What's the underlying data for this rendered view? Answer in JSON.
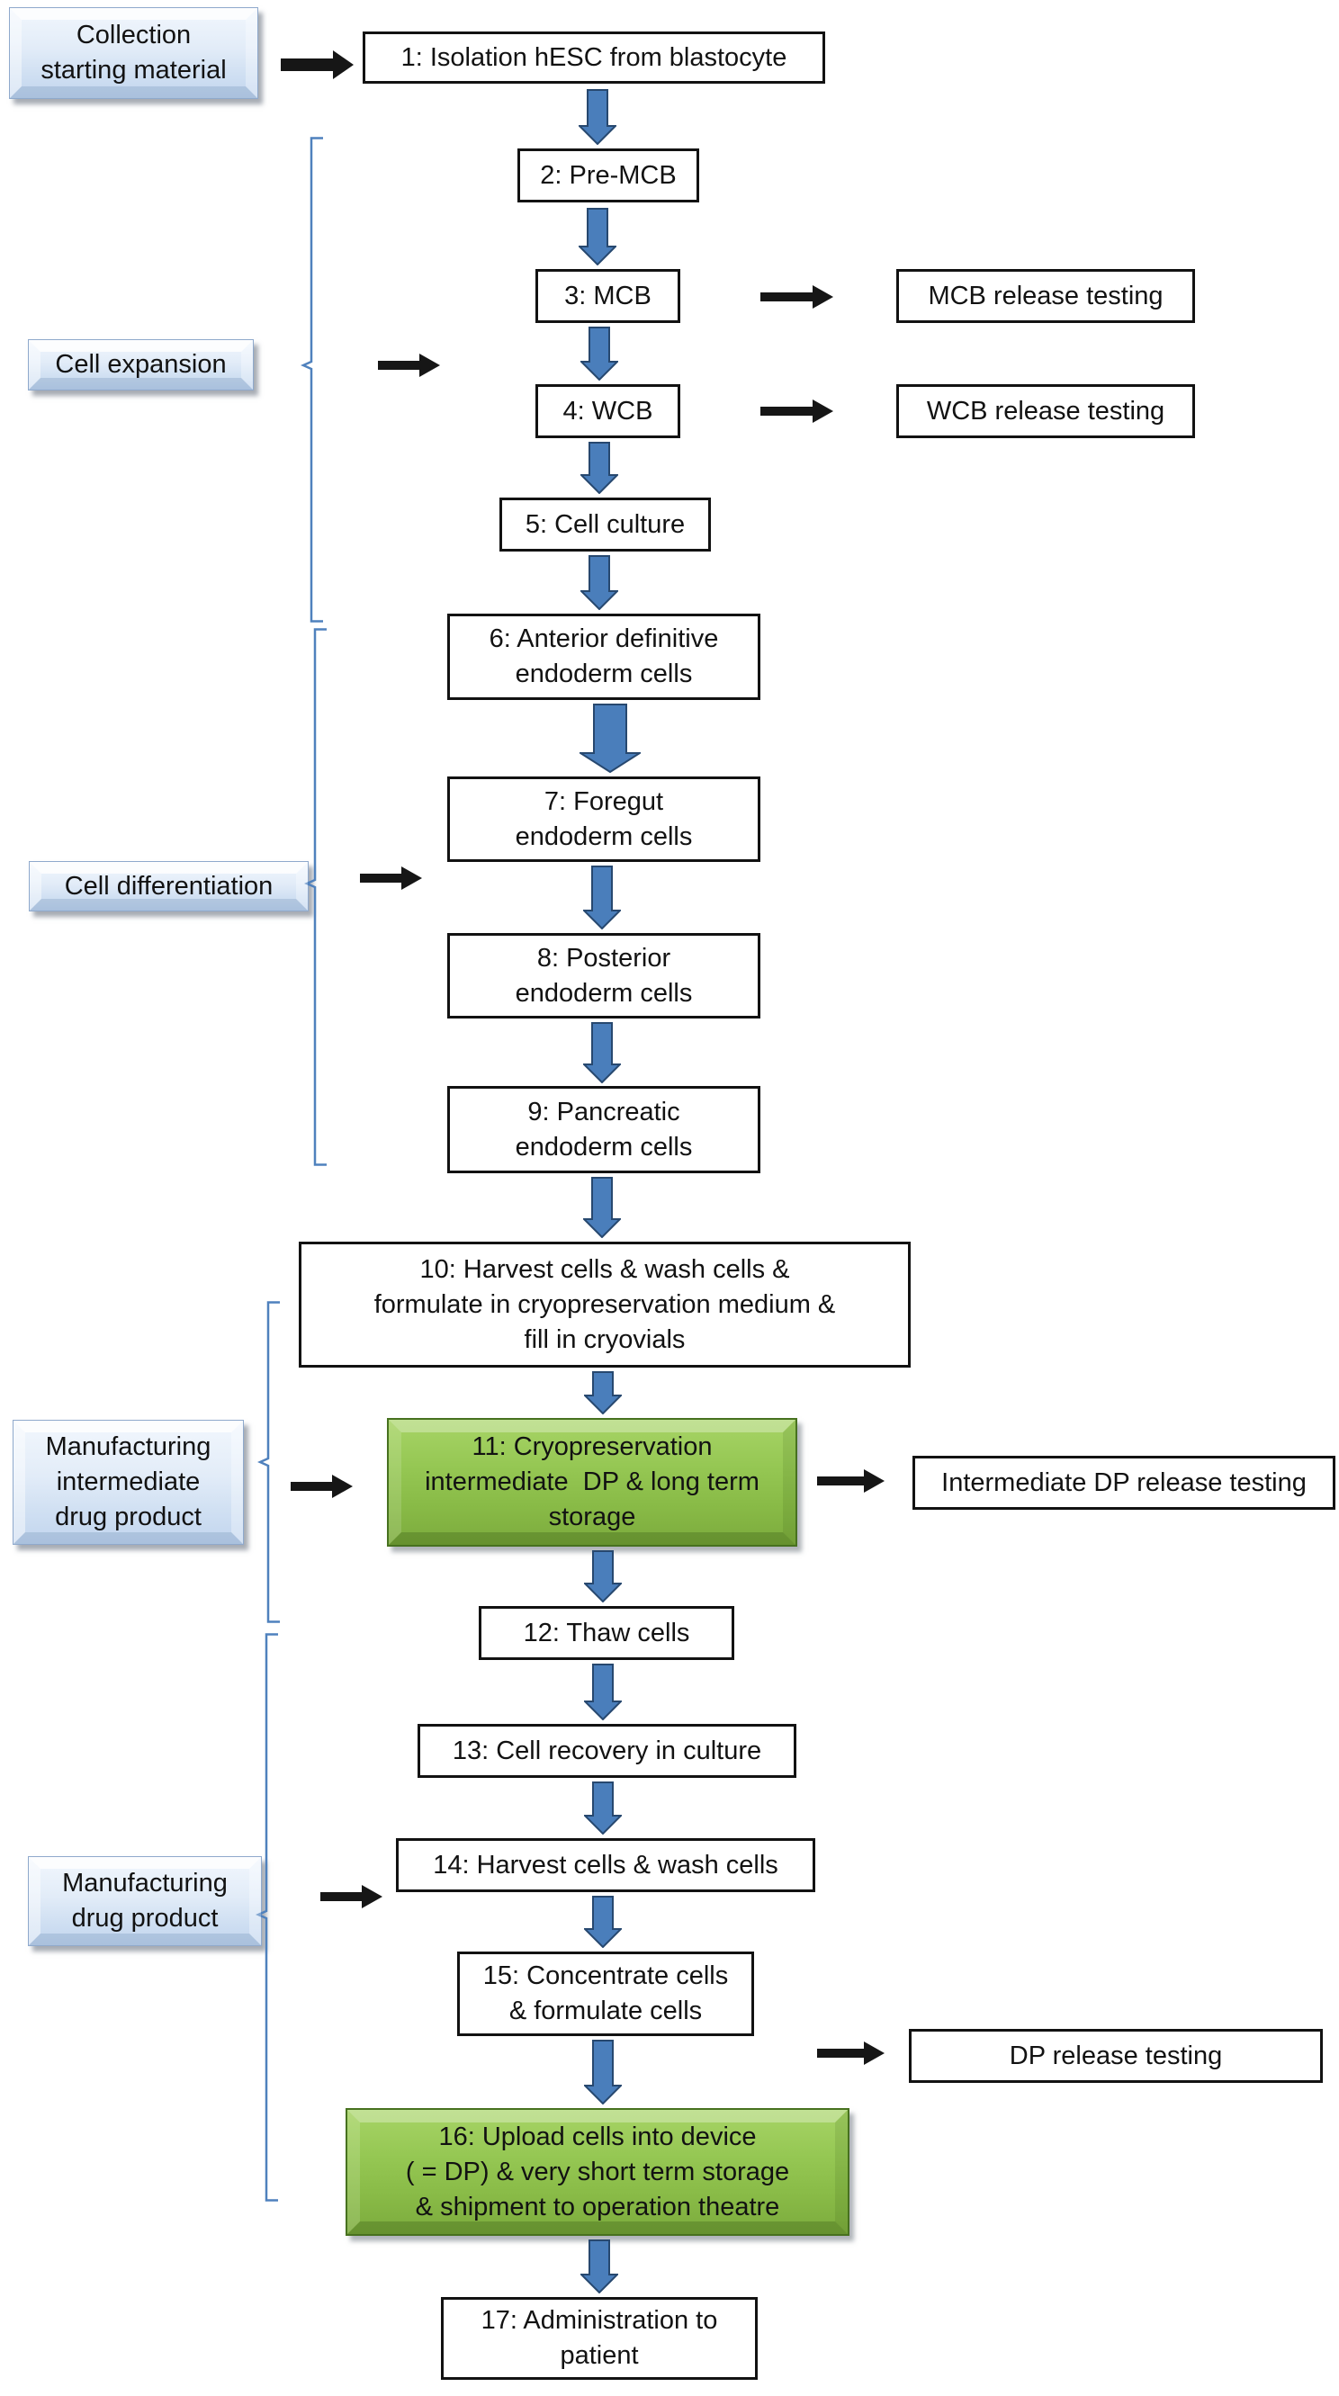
{
  "title": "hESC-derived pancreatic endoderm cell manufacturing process flowchart",
  "colors": {
    "background": "#ffffff",
    "box_border": "#121212",
    "arrow_black": "#161616",
    "arrow_blue_fill": "#4a7ebb",
    "arrow_blue_stroke": "#27486f",
    "bracket_blue": "#4f81bd",
    "stage_label_blue": "#cfdff2",
    "highlight_green": "#8fc24d",
    "highlight_green_border": "#47711f"
  },
  "stage_labels": [
    {
      "text": "Collection\nstarting material"
    },
    {
      "text": "Cell expansion"
    },
    {
      "text": "Cell differentiation"
    },
    {
      "text": "Manufacturing\nintermediate\ndrug product"
    },
    {
      "text": "Manufacturing\ndrug product"
    }
  ],
  "steps": [
    {
      "text": "1: Isolation hESC from blastocyte"
    },
    {
      "text": "2: Pre-MCB"
    },
    {
      "text": "3: MCB"
    },
    {
      "text": "4: WCB"
    },
    {
      "text": "5: Cell culture"
    },
    {
      "text": "6: Anterior definitive\nendoderm cells"
    },
    {
      "text": "7: Foregut\nendoderm cells"
    },
    {
      "text": "8: Posterior\nendoderm cells"
    },
    {
      "text": "9: Pancreatic\nendoderm cells"
    },
    {
      "text": "10: Harvest cells & wash cells &\nformulate in cryopreservation medium &\nfill in cryovials"
    },
    {
      "text": "11: Cryopreservation\nintermediate  DP & long term\nstorage",
      "highlight": true
    },
    {
      "text": "12: Thaw cells"
    },
    {
      "text": "13: Cell recovery in culture"
    },
    {
      "text": "14: Harvest cells & wash cells"
    },
    {
      "text": "15: Concentrate cells\n& formulate cells"
    },
    {
      "text": "16: Upload cells into device\n( = DP) & very short term storage\n& shipment to operation theatre",
      "highlight": true
    },
    {
      "text": "17: Administration to\npatient"
    }
  ],
  "release_tests": [
    {
      "text": "MCB release testing"
    },
    {
      "text": "WCB release testing"
    },
    {
      "text": "Intermediate DP release testing"
    },
    {
      "text": "DP release testing"
    }
  ]
}
